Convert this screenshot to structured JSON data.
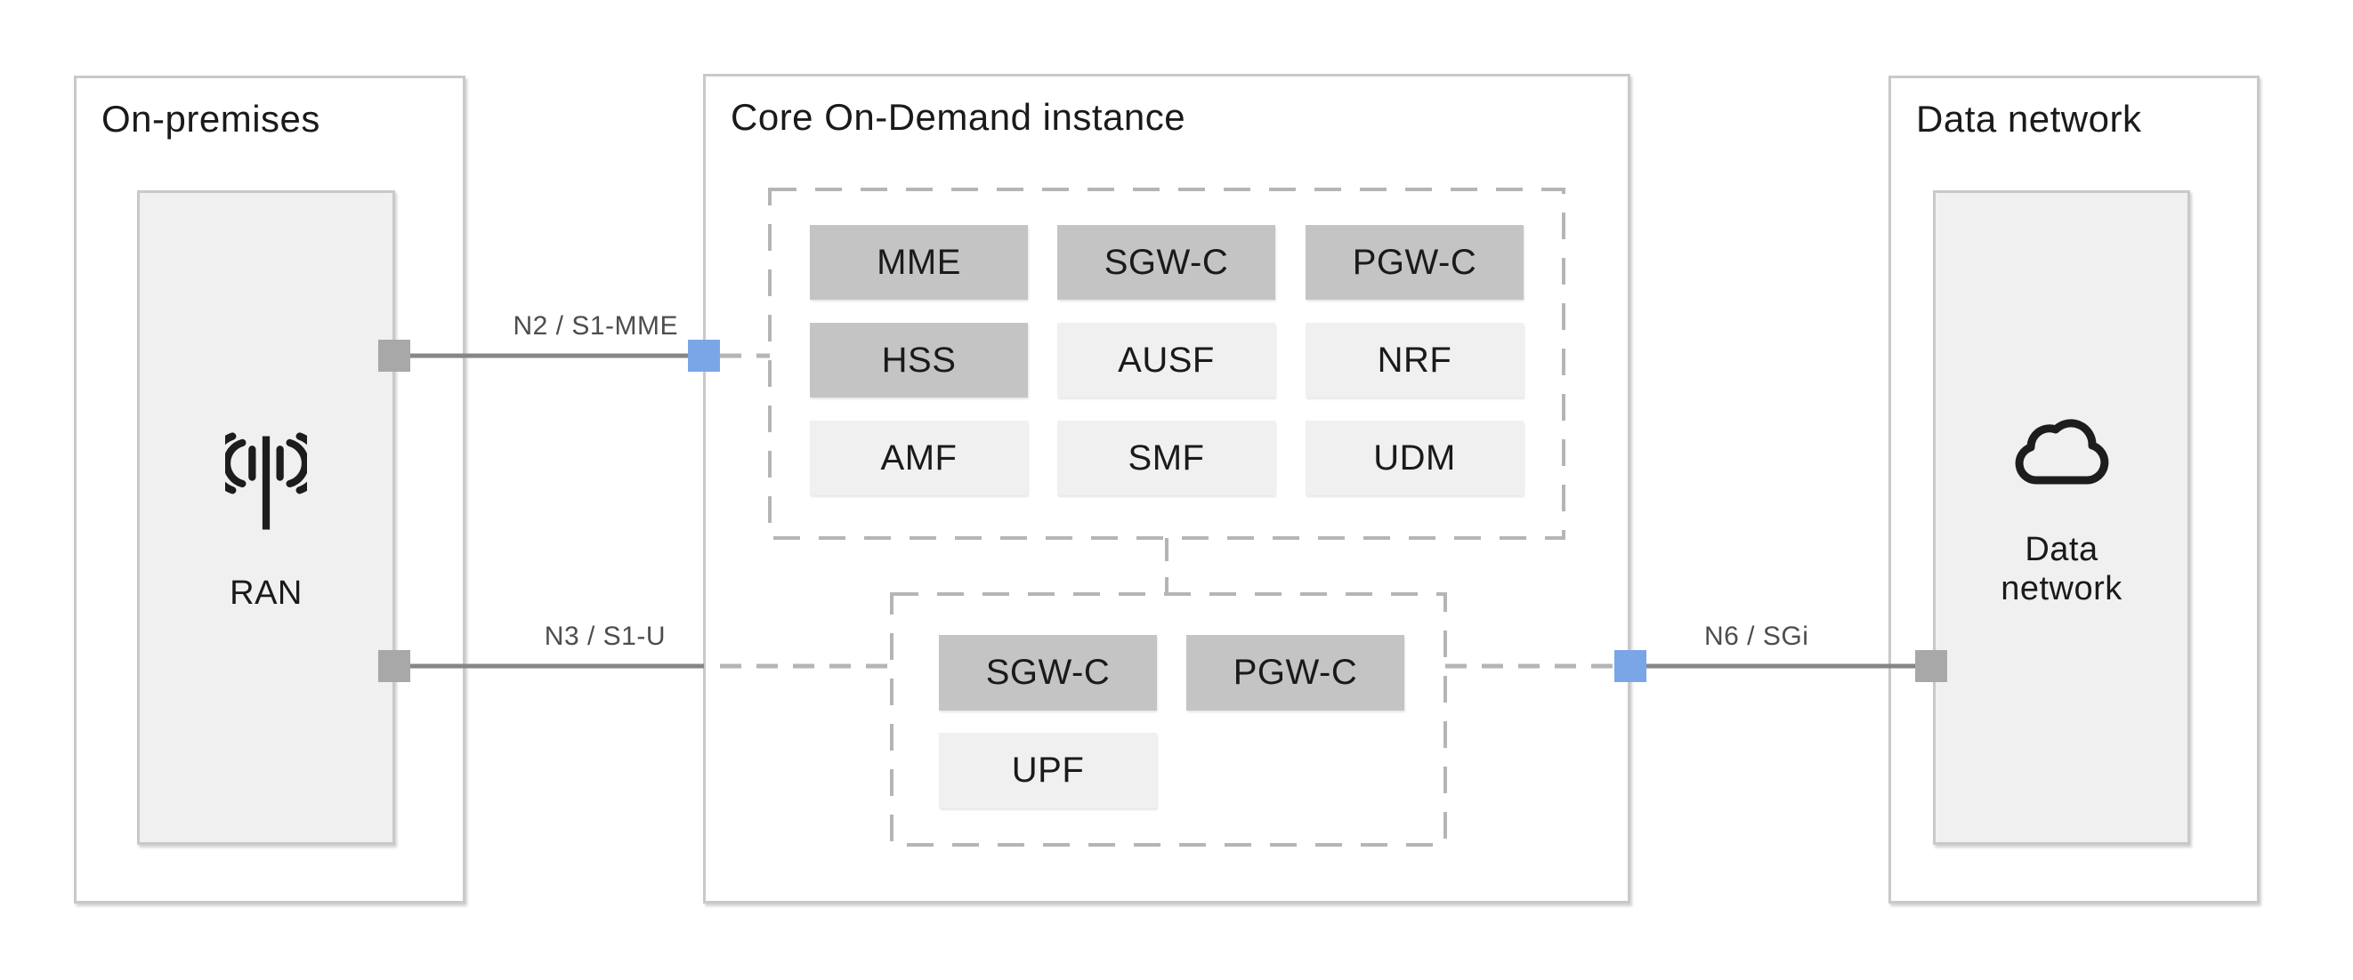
{
  "diagram": {
    "regions": {
      "on_premises": {
        "title": "On-premises",
        "node": {
          "label": "RAN",
          "icon": "antenna"
        }
      },
      "core": {
        "title": "Core On-Demand instance",
        "control_plane_group": {
          "nodes": [
            {
              "label": "MME",
              "variant": "dark"
            },
            {
              "label": "SGW-C",
              "variant": "dark"
            },
            {
              "label": "PGW-C",
              "variant": "dark"
            },
            {
              "label": "HSS",
              "variant": "dark"
            },
            {
              "label": "AUSF",
              "variant": "light"
            },
            {
              "label": "NRF",
              "variant": "light"
            },
            {
              "label": "AMF",
              "variant": "light"
            },
            {
              "label": "SMF",
              "variant": "light"
            },
            {
              "label": "UDM",
              "variant": "light"
            }
          ]
        },
        "user_plane_group": {
          "nodes": [
            {
              "label": "SGW-C",
              "variant": "dark"
            },
            {
              "label": "PGW-C",
              "variant": "dark"
            },
            {
              "label": "UPF",
              "variant": "light"
            }
          ]
        }
      },
      "data_network": {
        "title": "Data network",
        "node": {
          "label_line1": "Data",
          "label_line2": "network",
          "icon": "cloud"
        }
      }
    },
    "links": {
      "n2": {
        "label": "N2 / S1-MME"
      },
      "n3": {
        "label": "N3 / S1-U"
      },
      "n6": {
        "label": "N6 / SGi"
      }
    },
    "colors": {
      "accent_blue": "#7aa6e8",
      "connector_gray": "#a8a8a8",
      "line_gray": "#868686",
      "dash_gray": "#b5b5b5",
      "node_dark": "#c4c4c4",
      "node_light": "#f0f0f0",
      "border_gray": "#c9c9c9"
    }
  }
}
